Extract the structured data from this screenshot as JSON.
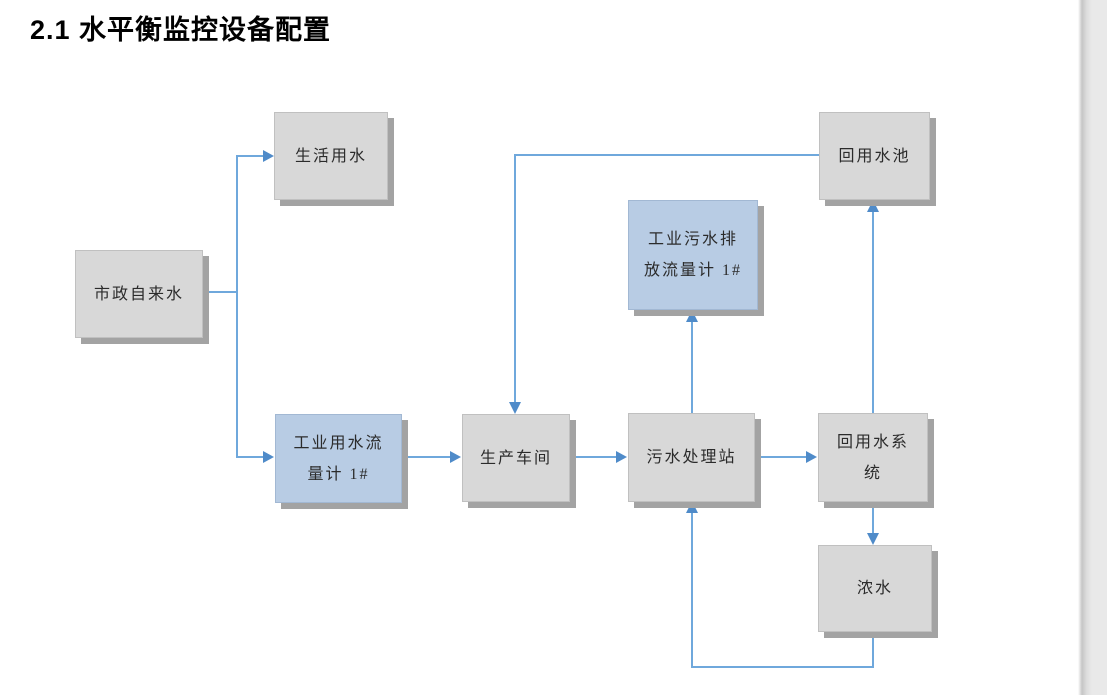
{
  "page": {
    "title": "2.1 水平衡监控设备配置"
  },
  "diagram": {
    "colors": {
      "connector_line": "#6fa8dc",
      "arrowhead": "#4f8bc9",
      "gray_node_fill": "#d8d8d8",
      "gray_node_border": "#c0c0c0",
      "blue_node_fill": "#b8cce4",
      "blue_node_border": "#a2b8d3",
      "node_shadow": "#a3a3a3",
      "node_text": "#2b2b2b",
      "page_margin_background": "#e9e9e9"
    },
    "nodes": [
      {
        "id": "municipal-tap-water",
        "type": "gray",
        "label": "市政自来水",
        "lines": [
          "市政自来水"
        ]
      },
      {
        "id": "domestic-water",
        "type": "gray",
        "label": "生活用水",
        "lines": [
          "生活用水"
        ]
      },
      {
        "id": "industrial-water-flowmeter-1",
        "type": "blue",
        "label": "工业用水流量计 1#",
        "lines": [
          "工业用水流",
          "量计 1#"
        ]
      },
      {
        "id": "production-workshop",
        "type": "gray",
        "label": "生产车间",
        "lines": [
          "生产车间"
        ]
      },
      {
        "id": "sewage-treatment-station",
        "type": "gray",
        "label": "污水处理站",
        "lines": [
          "污水处理站"
        ]
      },
      {
        "id": "industrial-sewage-discharge-flowmeter-1",
        "type": "blue",
        "label": "工业污水排放流量计 1#",
        "lines": [
          "工业污水排",
          "放流量计 1#"
        ]
      },
      {
        "id": "reuse-water-system",
        "type": "gray",
        "label": "回用水系统",
        "lines": [
          "回用水系",
          "统"
        ]
      },
      {
        "id": "reuse-water-pool",
        "type": "gray",
        "label": "回用水池",
        "lines": [
          "回用水池"
        ]
      },
      {
        "id": "concentrate-water",
        "type": "gray",
        "label": "浓水",
        "lines": [
          "浓水"
        ]
      }
    ],
    "edges": [
      {
        "from": "municipal-tap-water",
        "to": "domestic-water"
      },
      {
        "from": "municipal-tap-water",
        "to": "industrial-water-flowmeter-1"
      },
      {
        "from": "industrial-water-flowmeter-1",
        "to": "production-workshop"
      },
      {
        "from": "production-workshop",
        "to": "sewage-treatment-station"
      },
      {
        "from": "sewage-treatment-station",
        "to": "industrial-sewage-discharge-flowmeter-1"
      },
      {
        "from": "sewage-treatment-station",
        "to": "reuse-water-system"
      },
      {
        "from": "reuse-water-system",
        "to": "reuse-water-pool"
      },
      {
        "from": "reuse-water-system",
        "to": "concentrate-water"
      },
      {
        "from": "reuse-water-pool",
        "to": "production-workshop"
      },
      {
        "from": "concentrate-water",
        "to": "sewage-treatment-station"
      }
    ]
  }
}
